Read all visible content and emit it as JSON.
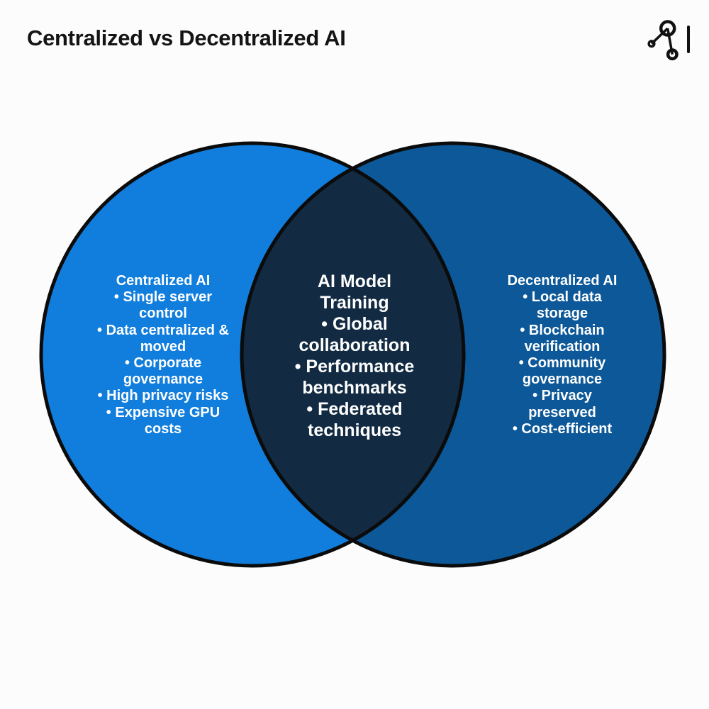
{
  "title": "Centralized vs Decentralized AI",
  "bullet": "•",
  "logo": {
    "name": "network-graph-logo"
  },
  "colors": {
    "background": "#fcfcfc",
    "title_text": "#141414",
    "left_circle": "#117EDD",
    "right_circle": "#0C5898",
    "intersection": "#122B42",
    "circle_outline": "#0B0B0B",
    "region_text": "#FFFFFF",
    "logo_stroke": "#111111"
  },
  "venn": {
    "left": {
      "title": "Centralized AI",
      "items": [
        "Single server control",
        "Data centralized & moved",
        "Corporate governance",
        "High privacy risks",
        "Expensive GPU costs"
      ]
    },
    "center": {
      "title": "AI Model Training",
      "items": [
        "Global collaboration",
        "Performance benchmarks",
        "Federated techniques"
      ]
    },
    "right": {
      "title": "Decentralized AI",
      "items": [
        "Local data storage",
        "Blockchain verification",
        "Community governance",
        "Privacy preserved",
        "Cost-efficient"
      ]
    }
  }
}
